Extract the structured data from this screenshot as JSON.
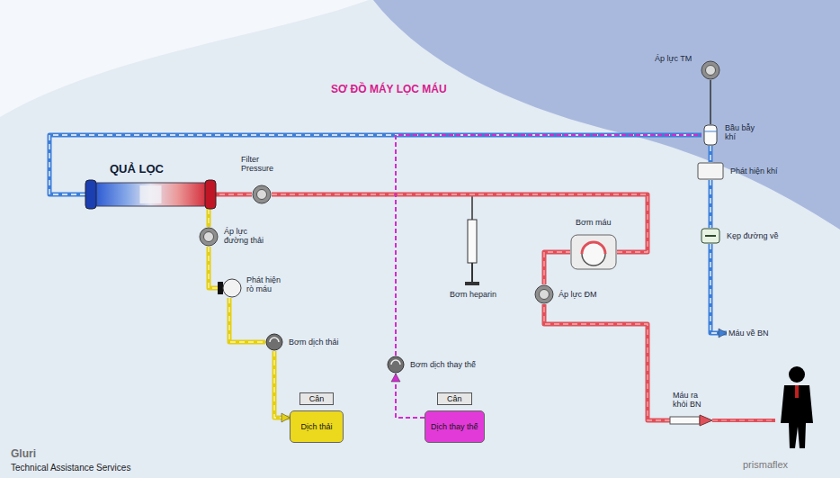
{
  "diagram": {
    "title": "SƠ ĐỒ MÁY LỌC MÁU",
    "nodes": [
      {
        "text": [
          "QUẢ LỌC"
        ]
      },
      {
        "text": [
          "Filter Pressure"
        ]
      },
      {
        "text": [
          "Bơm heparin"
        ]
      },
      {
        "text": [
          "Bơm máu"
        ]
      },
      {
        "text": [
          "Áp lực ĐM"
        ]
      },
      {
        "text": [
          "Máu ra khỏi BN"
        ]
      },
      {
        "text": [
          "Áp lực TM"
        ]
      },
      {
        "text": [
          "Bầu bẫy khí"
        ]
      },
      {
        "text": [
          "Phát hiện khí"
        ]
      },
      {
        "text": [
          "Kẹp đường về"
        ]
      },
      {
        "text": [
          "Máu về BN"
        ]
      },
      {
        "text": [
          "Áp lực đường thải"
        ]
      },
      {
        "text": [
          "Phát hiện rò máu"
        ]
      },
      {
        "text": [
          "Bơm dịch thải"
        ]
      },
      {
        "text": [
          "Cân",
          "Dịch thải"
        ]
      },
      {
        "text": [
          "Bơm dịch thay thế"
        ]
      },
      {
        "text": [
          "Cân",
          "Dịch thay thế"
        ]
      }
    ],
    "edges": [
      {
        "from": 5,
        "to": 4,
        "arrow": "none"
      },
      {
        "from": 4,
        "to": 3,
        "arrow": "none"
      },
      {
        "from": 2,
        "to": 1,
        "arrow": "none"
      },
      {
        "from": 3,
        "to": 1,
        "arrow": "none"
      },
      {
        "from": 1,
        "to": 0,
        "arrow": "none"
      },
      {
        "from": 0,
        "to": 7,
        "arrow": "none"
      },
      {
        "from": 6,
        "to": 7,
        "arrow": "none"
      },
      {
        "from": 7,
        "to": 8,
        "arrow": "none"
      },
      {
        "from": 8,
        "to": 9,
        "arrow": "none"
      },
      {
        "from": 9,
        "to": 10,
        "arrow": "to"
      },
      {
        "from": 0,
        "to": 11,
        "arrow": "none"
      },
      {
        "from": 11,
        "to": 12,
        "arrow": "none"
      },
      {
        "from": 12,
        "to": 13,
        "arrow": "none"
      },
      {
        "from": 13,
        "to": 14,
        "arrow": "to"
      },
      {
        "from": 16,
        "to": 15,
        "arrow": "to"
      },
      {
        "from": 15,
        "to": 7,
        "arrow": "none"
      }
    ],
    "labels": [
      "Gluri",
      "Technical Assistance Services",
      "prismaflex"
    ]
  }
}
